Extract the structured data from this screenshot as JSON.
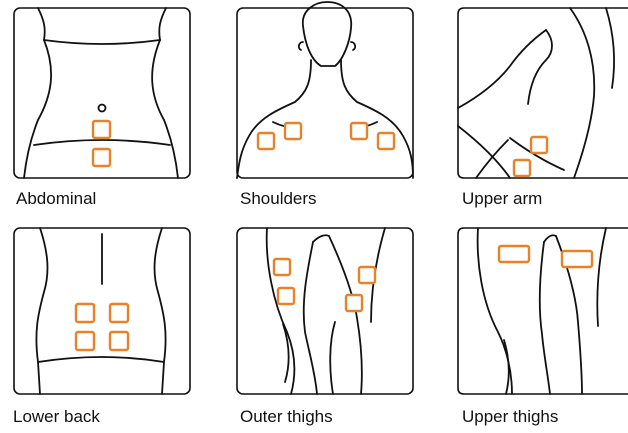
{
  "accent_color": "#e8822a",
  "panels": [
    {
      "label": "Abdominal"
    },
    {
      "label": "Shoulders"
    },
    {
      "label": "Upper arm"
    },
    {
      "label": "Lower back"
    },
    {
      "label": "Outer thighs"
    },
    {
      "label": "Upper thighs"
    }
  ]
}
